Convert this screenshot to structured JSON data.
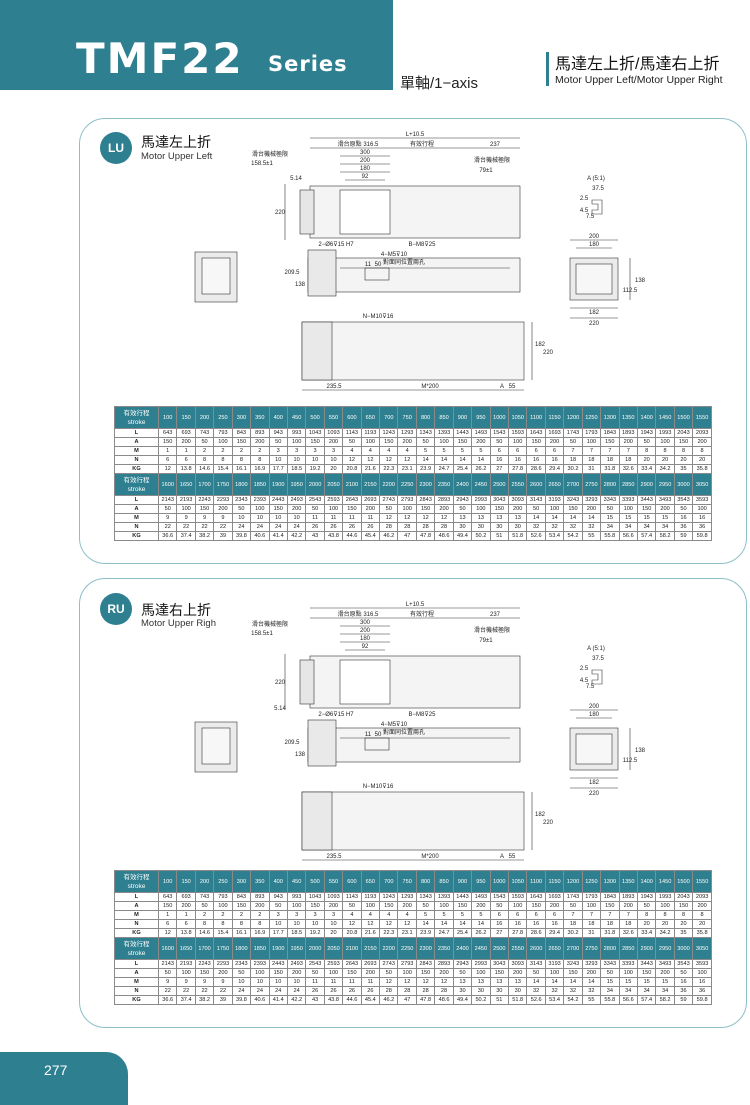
{
  "header": {
    "title": "TMF22",
    "series": "Series",
    "axis": "單軸/1−axis",
    "mount_title": "馬達左上折/馬達右上折",
    "mount_subtitle": "Motor Upper Left/Motor Upper Right"
  },
  "sections": [
    {
      "badge": "LU",
      "title": "馬達左上折",
      "subtitle": "Motor Upper Left",
      "drawing": {
        "total": "L+10.5",
        "origin": "滑台原點  316.5",
        "stroke_lbl": "有效行程",
        "d237": "237",
        "d300": "300",
        "d200": "200",
        "d180": "180",
        "d92": "92",
        "limit_left": "滑台機械極限",
        "limit_left_val": "158.5±1",
        "limit_right": "滑台機械極限",
        "limit_right_val": "79±1",
        "d514": "5.14",
        "d220": "220",
        "pin_hole": "2−Ø6⊽15 H7",
        "b_holes": "B−M8⊽25",
        "m5_holes": "4−M5⊽10",
        "m5_note": "對面同位置兩孔",
        "d11": "11",
        "d50": "50",
        "d2095": "209.5",
        "d138": "138",
        "n_holes": "N−M10⊽16",
        "d182": "182",
        "d220b": "220",
        "d2355": "235.5",
        "m200": "M*200",
        "a_lbl": "A",
        "d55": "55",
        "detail": "A (5:1)",
        "d375": "37.5",
        "d25": "2.5",
        "d45": "4.5",
        "d75": "7.5",
        "w200": "200",
        "w180": "180",
        "d1125": "112.5",
        "h138": "138",
        "b182": "182",
        "b220": "220"
      }
    },
    {
      "badge": "RU",
      "title": "馬達右上折",
      "subtitle": "Motor Upper Righ",
      "drawing": {
        "total": "L+10.5",
        "origin": "滑台原點  316.5",
        "stroke_lbl": "有效行程",
        "d237": "237",
        "d300": "300",
        "d200": "200",
        "d180": "180",
        "d92": "92",
        "limit_left": "滑台機械極限",
        "limit_left_val": "158.5±1",
        "limit_right": "滑台機械極限",
        "limit_right_val": "79±1",
        "d514": "5.14",
        "d220": "220",
        "pin_hole": "2−Ø6⊽15 H7",
        "b_holes": "B−M8⊽25",
        "m5_holes": "4−M5⊽10",
        "m5_note": "對面同位置兩孔",
        "d11": "11",
        "d50": "50",
        "d2095": "209.5",
        "d138": "138",
        "n_holes": "N−M10⊽16",
        "d182": "182",
        "d220b": "220",
        "d2355": "235.5",
        "m200": "M*200",
        "a_lbl": "A",
        "d55": "55",
        "detail": "A (5:1)",
        "d375": "37.5",
        "d25": "2.5",
        "d45": "4.5",
        "d75": "7.5",
        "w200": "200",
        "w180": "180",
        "d1125": "112.5",
        "h138": "138",
        "b182": "182",
        "b220": "220"
      }
    }
  ],
  "table": {
    "stroke_label": "有效行程",
    "stroke_label_en": "stroke",
    "row_labels": [
      "L",
      "A",
      "M",
      "N",
      "KG"
    ],
    "part1": {
      "strokes": [
        "100",
        "150",
        "200",
        "250",
        "300",
        "350",
        "400",
        "450",
        "500",
        "550",
        "600",
        "650",
        "700",
        "750",
        "800",
        "850",
        "900",
        "950",
        "1000",
        "1050",
        "1100",
        "1150",
        "1200",
        "1250",
        "1300",
        "1350",
        "1400",
        "1450",
        "1500",
        "1550"
      ],
      "rows": [
        [
          "643",
          "693",
          "743",
          "793",
          "843",
          "893",
          "943",
          "993",
          "1043",
          "1093",
          "1143",
          "1193",
          "1243",
          "1293",
          "1343",
          "1393",
          "1443",
          "1493",
          "1543",
          "1593",
          "1643",
          "1693",
          "1743",
          "1793",
          "1843",
          "1893",
          "1943",
          "1993",
          "2043",
          "2093"
        ],
        [
          "150",
          "200",
          "50",
          "100",
          "150",
          "200",
          "50",
          "100",
          "150",
          "200",
          "50",
          "100",
          "150",
          "200",
          "50",
          "100",
          "150",
          "200",
          "50",
          "100",
          "150",
          "200",
          "50",
          "100",
          "150",
          "200",
          "50",
          "100",
          "150",
          "200"
        ],
        [
          "1",
          "1",
          "2",
          "2",
          "2",
          "2",
          "3",
          "3",
          "3",
          "3",
          "4",
          "4",
          "4",
          "4",
          "5",
          "5",
          "5",
          "5",
          "6",
          "6",
          "6",
          "6",
          "7",
          "7",
          "7",
          "7",
          "8",
          "8",
          "8",
          "8"
        ],
        [
          "6",
          "6",
          "8",
          "8",
          "8",
          "8",
          "10",
          "10",
          "10",
          "10",
          "12",
          "12",
          "12",
          "12",
          "14",
          "14",
          "14",
          "14",
          "16",
          "16",
          "16",
          "16",
          "18",
          "18",
          "18",
          "18",
          "20",
          "20",
          "20",
          "20"
        ],
        [
          "12",
          "13.8",
          "14.6",
          "15.4",
          "16.1",
          "16.9",
          "17.7",
          "18.5",
          "19.2",
          "20",
          "20.8",
          "21.6",
          "22.3",
          "23.1",
          "23.9",
          "24.7",
          "25.4",
          "26.2",
          "27",
          "27.8",
          "28.6",
          "29.4",
          "30.2",
          "31",
          "31.8",
          "32.6",
          "33.4",
          "34.2",
          "35",
          "35.8"
        ]
      ]
    },
    "part2": {
      "strokes": [
        "1600",
        "1650",
        "1700",
        "1750",
        "1800",
        "1850",
        "1900",
        "1950",
        "2000",
        "2050",
        "2100",
        "2150",
        "2200",
        "2250",
        "2300",
        "2350",
        "2400",
        "2450",
        "2500",
        "2550",
        "2600",
        "2650",
        "2700",
        "2750",
        "2800",
        "2850",
        "2900",
        "2950",
        "3000",
        "3050"
      ],
      "rows": [
        [
          "2143",
          "2193",
          "2243",
          "2293",
          "2343",
          "2393",
          "2443",
          "2493",
          "2543",
          "2593",
          "2643",
          "2693",
          "2743",
          "2793",
          "2843",
          "2893",
          "2943",
          "2993",
          "3043",
          "3093",
          "3143",
          "3193",
          "3243",
          "3293",
          "3343",
          "3393",
          "3443",
          "3493",
          "3543",
          "3593"
        ],
        [
          "50",
          "100",
          "150",
          "200",
          "50",
          "100",
          "150",
          "200",
          "50",
          "100",
          "150",
          "200",
          "50",
          "100",
          "150",
          "200",
          "50",
          "100",
          "150",
          "200",
          "50",
          "100",
          "150",
          "200",
          "50",
          "100",
          "150",
          "200",
          "50",
          "100"
        ],
        [
          "9",
          "9",
          "9",
          "9",
          "10",
          "10",
          "10",
          "10",
          "11",
          "11",
          "11",
          "11",
          "12",
          "12",
          "12",
          "12",
          "13",
          "13",
          "13",
          "13",
          "14",
          "14",
          "14",
          "14",
          "15",
          "15",
          "15",
          "15",
          "16",
          "16"
        ],
        [
          "22",
          "22",
          "22",
          "22",
          "24",
          "24",
          "24",
          "24",
          "26",
          "26",
          "26",
          "26",
          "28",
          "28",
          "28",
          "28",
          "30",
          "30",
          "30",
          "30",
          "32",
          "32",
          "32",
          "32",
          "34",
          "34",
          "34",
          "34",
          "36",
          "36"
        ],
        [
          "36.6",
          "37.4",
          "38.2",
          "39",
          "39.8",
          "40.6",
          "41.4",
          "42.2",
          "43",
          "43.8",
          "44.6",
          "45.4",
          "46.2",
          "47",
          "47.8",
          "48.6",
          "49.4",
          "50.2",
          "51",
          "51.8",
          "52.6",
          "53.4",
          "54.2",
          "55",
          "55.8",
          "56.6",
          "57.4",
          "58.2",
          "59",
          "59.8"
        ]
      ]
    }
  },
  "footer": {
    "page_number": "277"
  },
  "colors": {
    "brand": "#2e7f8f",
    "panel_border": "#8dbfc9"
  }
}
